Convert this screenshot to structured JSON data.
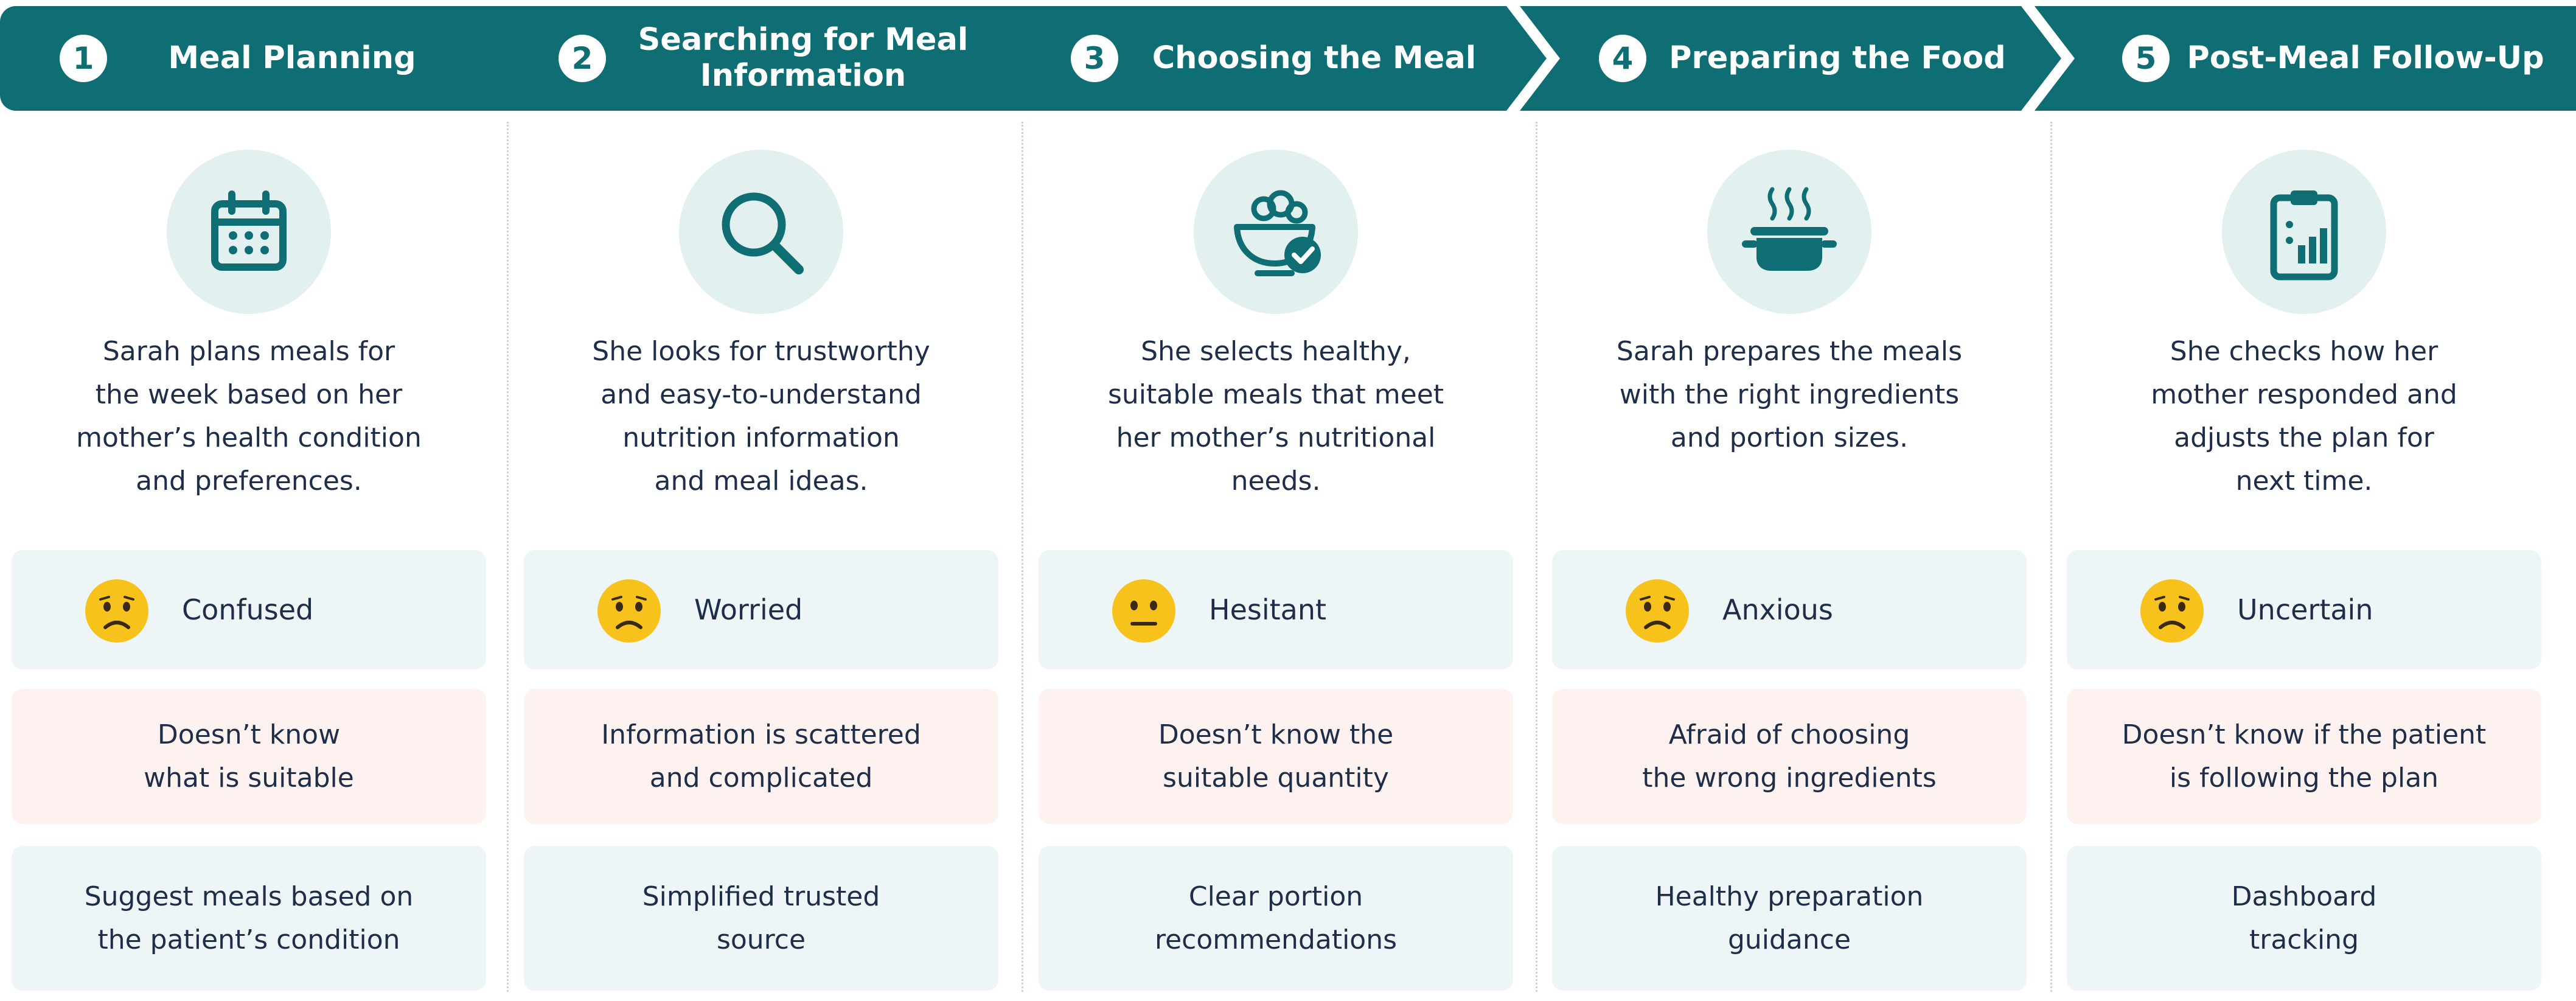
{
  "colors": {
    "header": "#0f6e74",
    "icon_bg": "#e2f0ef",
    "emotion_bg": "#eef5f6",
    "pain_bg": "#fdf2f0",
    "solution_bg": "#eef5f6",
    "emoji": "#f7c21c"
  },
  "stages": [
    {
      "number": "1",
      "title": "Meal Planning",
      "icon": "calendar-icon",
      "description": "Sarah plans meals for\nthe week based on her\nmother’s health condition\nand preferences.",
      "emotion": "Confused",
      "emotion_face": "sad-face-emoji",
      "pain_point": "Doesn’t know\nwhat is suitable",
      "opportunity": "Suggest meals based on\nthe patient’s condition"
    },
    {
      "number": "2",
      "title": "Searching for Meal\nInformation",
      "icon": "magnifying-glass-icon",
      "description": "She looks for trustworthy\nand easy-to-understand\nnutrition information\nand meal ideas.",
      "emotion": "Worried",
      "emotion_face": "sad-face-emoji",
      "pain_point": "Information is scattered\nand complicated",
      "opportunity": "Simplified trusted\nsource"
    },
    {
      "number": "3",
      "title": "Choosing the Meal",
      "icon": "salad-bowl-check-icon",
      "description": "She selects healthy,\nsuitable meals that meet\nher mother’s nutritional\nneeds.",
      "emotion": "Hesitant",
      "emotion_face": "neutral-face-emoji",
      "pain_point": "Doesn’t know the\nsuitable quantity",
      "opportunity": "Clear portion\nrecommendations"
    },
    {
      "number": "4",
      "title": "Preparing the Food",
      "icon": "cooking-pot-icon",
      "description": "Sarah prepares the meals\nwith the right ingredients\nand portion sizes.",
      "emotion": "Anxious",
      "emotion_face": "sad-face-emoji",
      "pain_point": "Afraid of choosing\nthe wrong ingredients",
      "opportunity": "Healthy preparation\nguidance"
    },
    {
      "number": "5",
      "title": "Post-Meal Follow-Up",
      "icon": "clipboard-chart-icon",
      "description": "She checks how her\nmother responded and\nadjusts the plan for\nnext time.",
      "emotion": "Uncertain",
      "emotion_face": "sad-face-emoji",
      "pain_point": "Doesn’t know if the patient\nis following the plan",
      "opportunity": "Dashboard\ntracking"
    }
  ]
}
